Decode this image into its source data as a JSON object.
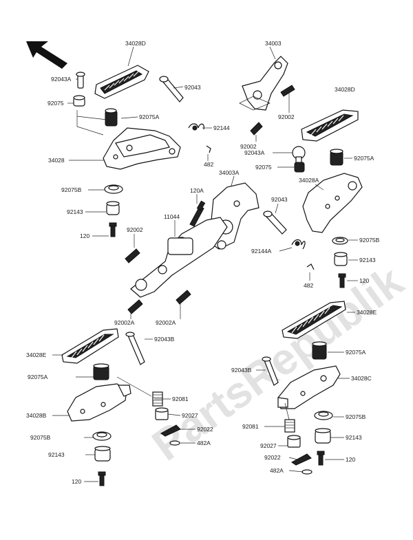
{
  "watermark": "PartsRepublik",
  "labels": {
    "l34028D_a": "34028D",
    "l34003": "34003",
    "l92043A_a": "92043A",
    "l92043_a": "92043",
    "l92075": "92075",
    "l92075A_a": "92075A",
    "l92144": "92144",
    "l34028D_b": "34028D",
    "l92002_a": "92002",
    "l34028": "34028",
    "l482_a": "482",
    "l92002_b": "92002",
    "l92043A_b": "92043A",
    "l34003A": "34003A",
    "l92075A_b": "92075A",
    "l92075_b": "92075",
    "l92075B_a": "92075B",
    "l120A": "120A",
    "l34028A": "34028A",
    "l92043_b": "92043",
    "l92143_a": "92143",
    "l11044": "11044",
    "l120_a": "120",
    "l92002_c": "92002",
    "l92075B_b": "92075B",
    "l92144A": "92144A",
    "l92143_b": "92143",
    "l120_b": "120",
    "l482_b": "482",
    "l92002A": "92002A",
    "l92002A_b": "92002A",
    "l34028E_a": "34028E",
    "l92043B_a": "92043B",
    "l34028E_b": "34028E",
    "l92075A_c": "92075A",
    "l92081_a": "92081",
    "l92043B_b": "92043B",
    "l34028C": "34028C",
    "l34028B": "34028B",
    "l92027_a": "92027",
    "l92075B_c": "92075B",
    "l92075B_d": "92075B",
    "l92022_a": "92022",
    "l92081_b": "92081",
    "l482A_a": "482A",
    "l92143_c": "92143",
    "l92027_b": "92027",
    "l92143_d": "92143",
    "l92022_b": "92022",
    "l120_c": "120",
    "l482A_b": "482A",
    "l120_d": "120"
  },
  "icons": {
    "direction": "front-direction-arrow-icon"
  }
}
